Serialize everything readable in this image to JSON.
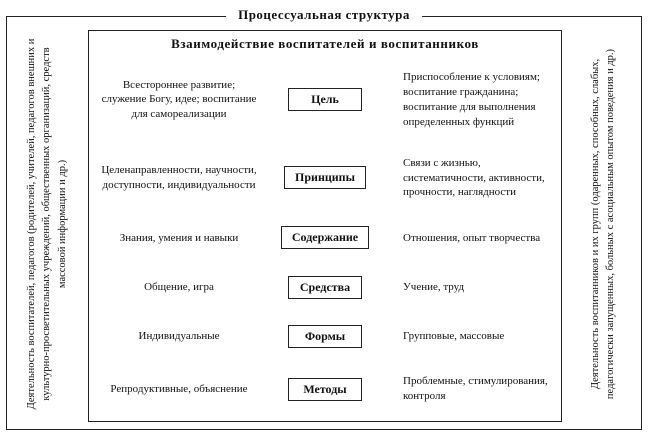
{
  "frame": {
    "outer_title": "Процессуальная структура"
  },
  "inner": {
    "title": "Взаимодействие  воспитателей  и  воспитанников"
  },
  "sides": {
    "left": "Деятельность воспитателей, педагогов (родителей, учителей, педагогов внешних и культурно-просветительных учреждений, общественных организаций, средств массовой информации и др.)",
    "right": "Деятельность воспитанников и их групп (одаренных, способных, слабых, педагогически запущенных, больных с асоциальным опытом поведения и др.)"
  },
  "rows": [
    {
      "left": "Всестороннее развитие; служение Богу, идее; воспитание для самореализации",
      "center": "Цель",
      "right": "Приспособление к условиям; воспитание гражданина; воспитание для выполнения определенных функций"
    },
    {
      "left": "Целенаправленности, научности, доступности, индивидуальности",
      "center": "Принципы",
      "right": "Связи с жизнью, систематичности, активности, прочности, наглядности"
    },
    {
      "left": "Знания, умения и навыки",
      "center": "Содержание",
      "right": "Отношения, опыт творчества"
    },
    {
      "left": "Общение, игра",
      "center": "Средства",
      "right": "Учение, труд"
    },
    {
      "left": "Индивидуальные",
      "center": "Формы",
      "right": "Групповые, массовые"
    },
    {
      "left": "Репродуктивные, объяснение",
      "center": "Методы",
      "right": "Проблемные, стимулирования, контроля"
    }
  ]
}
